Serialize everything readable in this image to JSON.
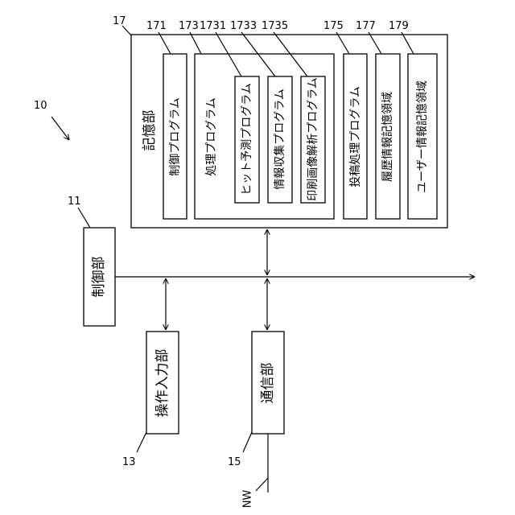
{
  "diagram": {
    "system_ref": "10",
    "storage": {
      "ref": "17",
      "label": "記憶部",
      "control_program": {
        "ref": "171",
        "label": "制御プログラム"
      },
      "processing_program": {
        "ref": "173",
        "label": "処理プログラム",
        "hit_prediction": {
          "ref": "1731",
          "label": "ヒット予測プログラム"
        },
        "info_collection": {
          "ref": "1733",
          "label": "情報収集プログラム"
        },
        "print_image_analysis": {
          "ref": "1735",
          "label": "印刷画像解析プログラム"
        }
      },
      "post_processing_program": {
        "ref": "175",
        "label": "投稿処理プログラム"
      },
      "history_area": {
        "ref": "177",
        "label": "履歴情報記憶領域"
      },
      "user_info_area": {
        "ref": "179",
        "label": "ユーザー情報記憶領域"
      }
    },
    "control_unit": {
      "ref": "11",
      "label": "制御部"
    },
    "operation_input": {
      "ref": "13",
      "label": "操作入力部"
    },
    "communication": {
      "ref": "15",
      "label": "通信部"
    },
    "network": {
      "label": "NW"
    }
  }
}
